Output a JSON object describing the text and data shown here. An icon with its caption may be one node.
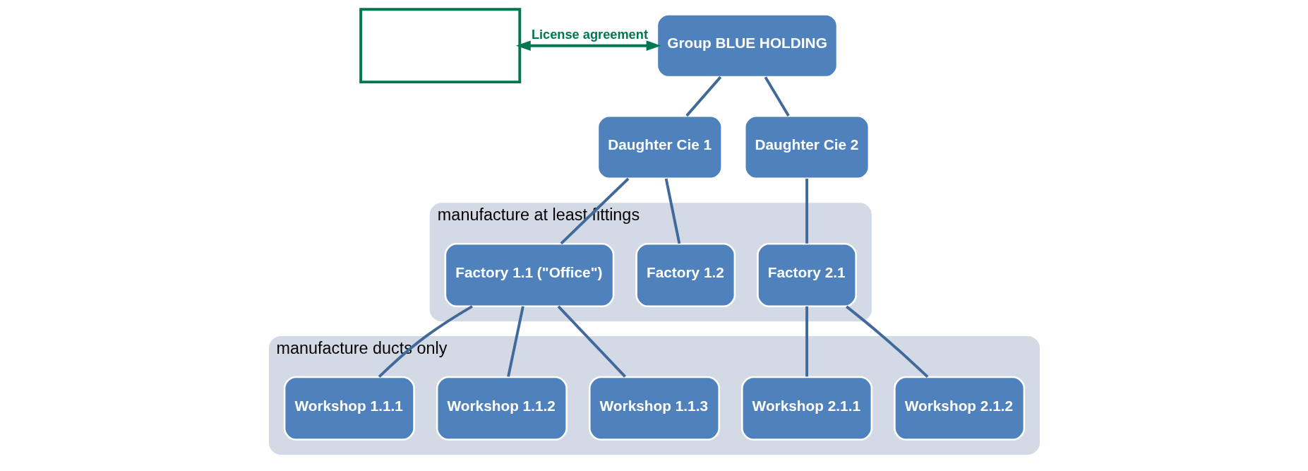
{
  "diagram": {
    "nodes": [
      {
        "text": [],
        "shape": "box"
      },
      {
        "text": [
          "Group BLUE HOLDING"
        ]
      },
      {
        "text": [
          "Daughter Cie 1"
        ]
      },
      {
        "text": [
          "Daughter Cie 2"
        ]
      },
      {
        "text": [
          "manufacture at least fittings"
        ]
      },
      {
        "text": [
          "Factory 1.1 (\"Office\")"
        ],
        "in": 4
      },
      {
        "text": [
          "Factory 1.2"
        ],
        "in": 4
      },
      {
        "text": [
          "Factory 2.1"
        ],
        "in": 4
      },
      {
        "text": [
          "manufacture ducts only"
        ]
      },
      {
        "text": [
          "Workshop 1.1.1"
        ],
        "in": 8
      },
      {
        "text": [
          "Workshop 1.1.2"
        ],
        "in": 8
      },
      {
        "text": [
          "Workshop 1.1.3"
        ],
        "in": 8
      },
      {
        "text": [
          "Workshop 2.1.1"
        ],
        "in": 8
      },
      {
        "text": [
          "Workshop 2.1.2"
        ],
        "in": 8
      }
    ],
    "edges": [
      {
        "from": 0,
        "to": 1,
        "arrow": "both",
        "label": "License agreement",
        "color": "#00784f"
      },
      {
        "from": 1,
        "to": 2,
        "arrow": "none"
      },
      {
        "from": 1,
        "to": 3,
        "arrow": "none"
      },
      {
        "from": 2,
        "to": 5,
        "arrow": "none"
      },
      {
        "from": 2,
        "to": 6,
        "arrow": "none"
      },
      {
        "from": 3,
        "to": 7,
        "arrow": "none"
      },
      {
        "from": 5,
        "to": 9,
        "arrow": "none"
      },
      {
        "from": 5,
        "to": 10,
        "arrow": "none"
      },
      {
        "from": 5,
        "to": 11,
        "arrow": "none"
      },
      {
        "from": 7,
        "to": 12,
        "arrow": "none"
      },
      {
        "from": 7,
        "to": 13,
        "arrow": "none"
      }
    ]
  }
}
